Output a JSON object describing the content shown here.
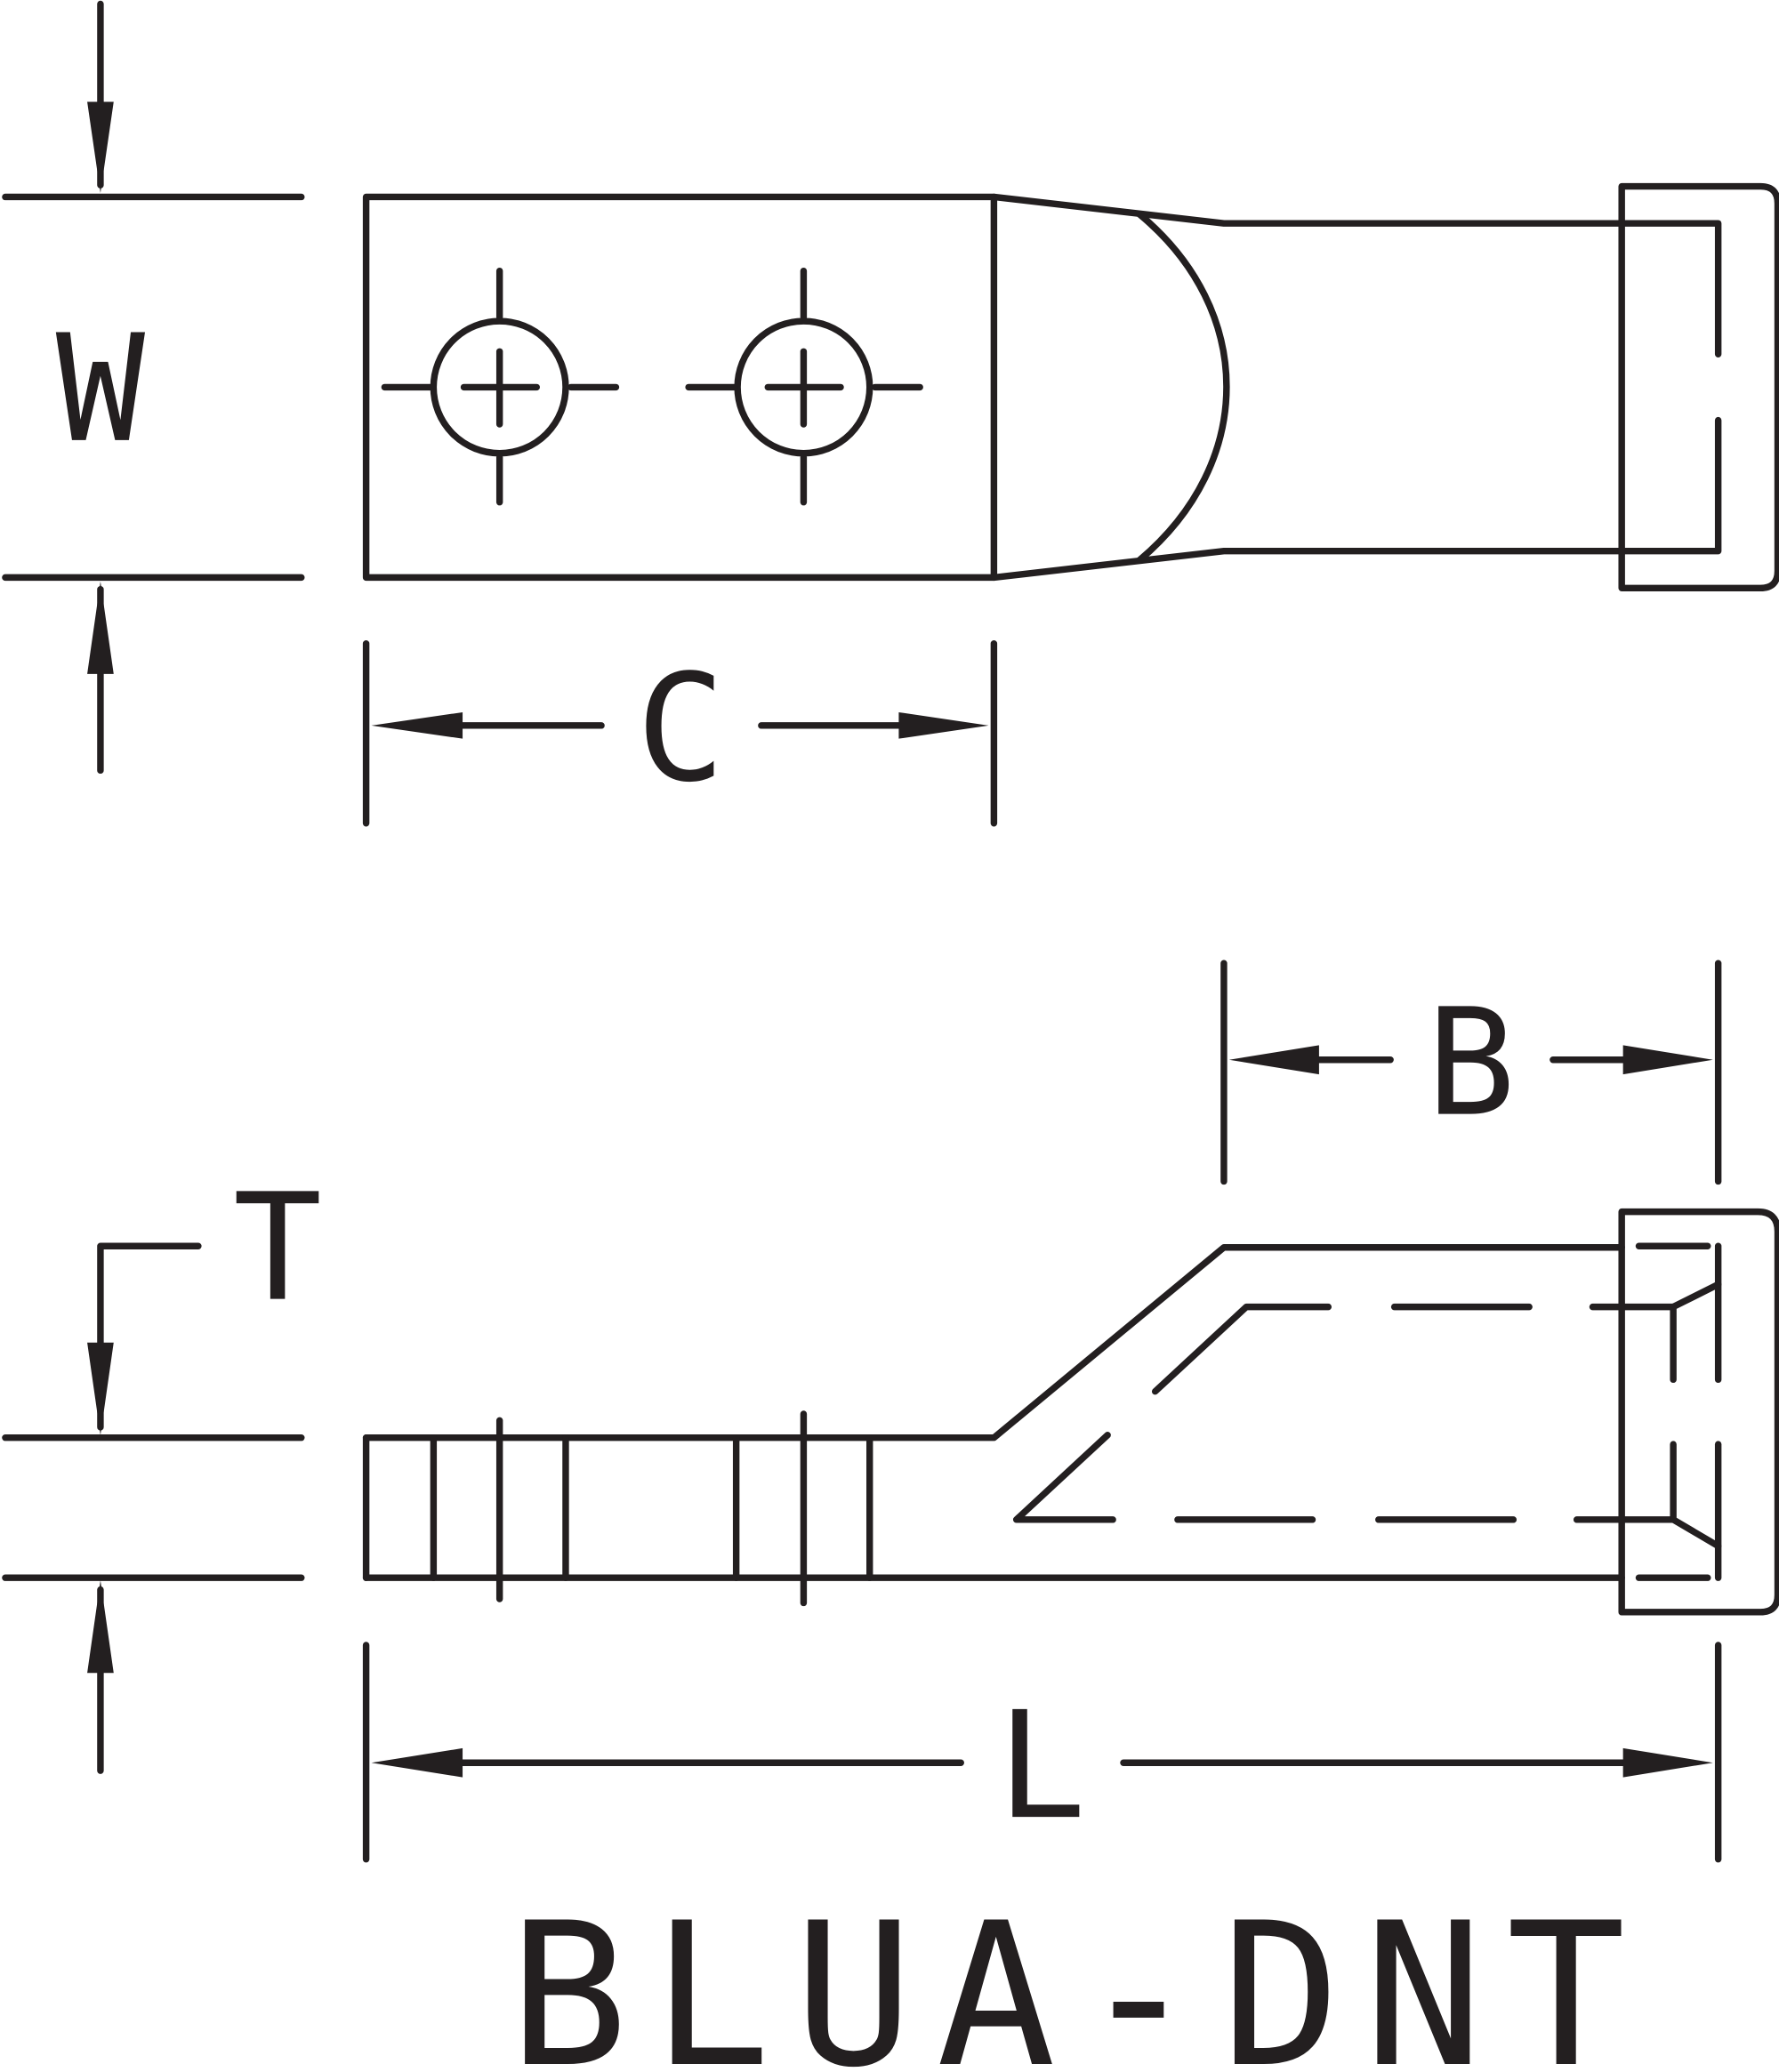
{
  "drawing": {
    "title": "BLUA-DNT",
    "dimensions": {
      "width": "W",
      "length_c": "C",
      "barrel": "B",
      "thickness": "T",
      "length_l": "L"
    },
    "line_color": "#231f20"
  }
}
